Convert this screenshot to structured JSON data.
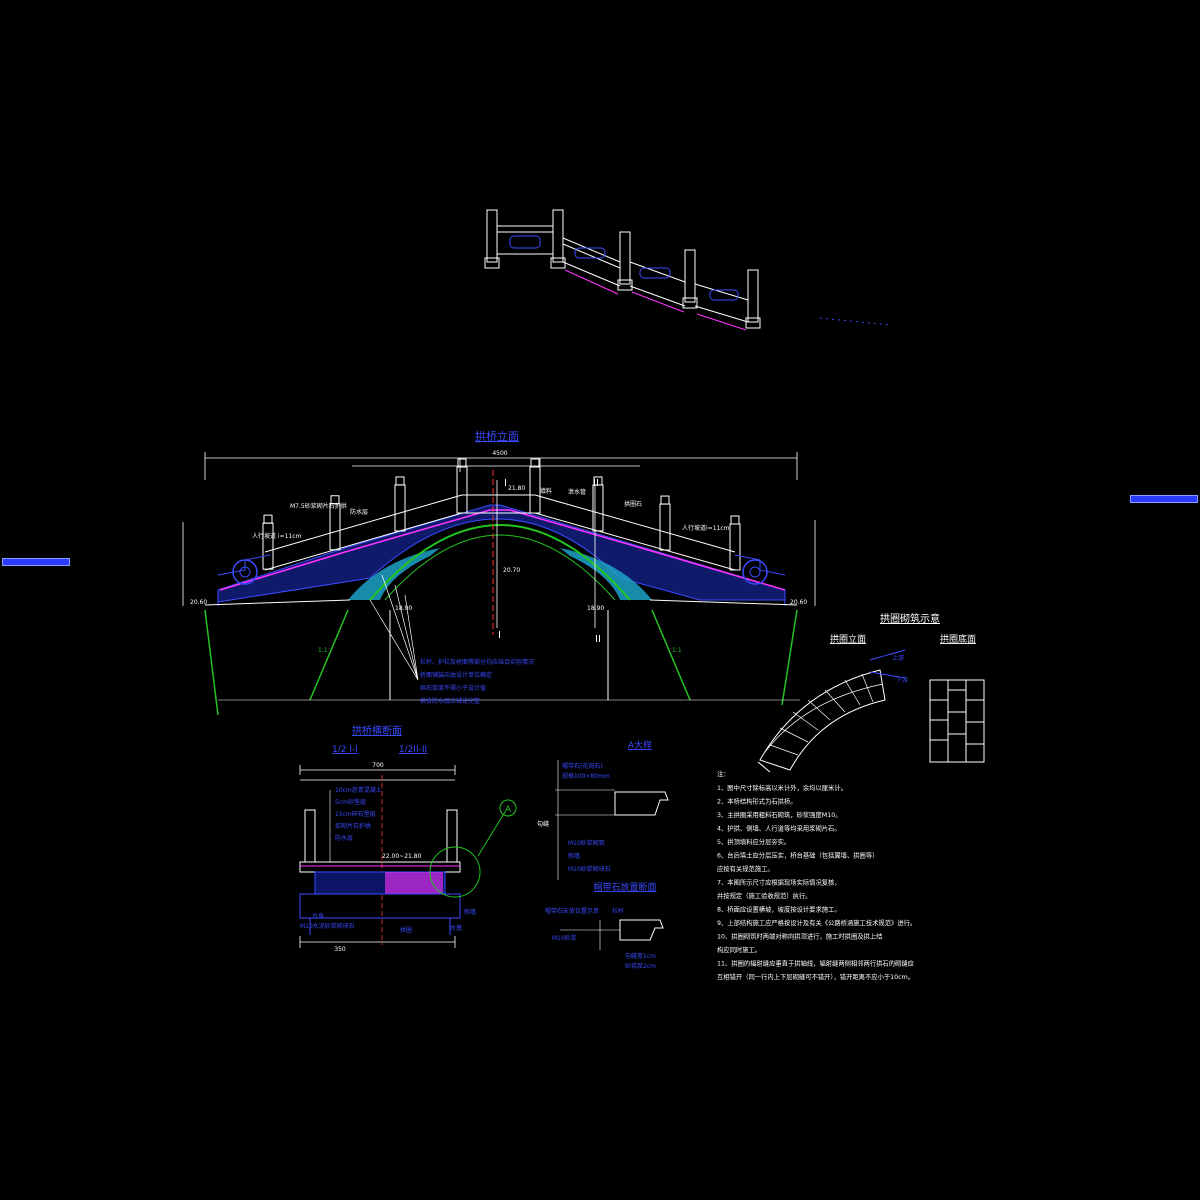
{
  "drawing": {
    "elevation_title": "拱桥立面",
    "section_title": "拱桥横断面",
    "section_half_1": "1/2 I-I",
    "section_half_2": "1/2II-II",
    "detail_a_title": "A大样",
    "detail_stone_title": "帽带石放置断面",
    "ring_title": "拱圈砌筑示意",
    "ring_elevation": "拱圈立面",
    "ring_bottom": "拱圈底面",
    "marker_a": "A",
    "cut_labels": [
      "I",
      "II",
      "I",
      "II"
    ]
  },
  "elevation_labels": {
    "total_width": "4500",
    "elev_left": "20.60",
    "elev_right": "20.60",
    "elev_crown": "21.80",
    "elev_arch_top": "20.70",
    "spring_left": "18.90",
    "spring_right": "18.90",
    "walkway_left": "人行坡道 i=11cm",
    "walkway_right": "人行坡道i=11cm",
    "tag_parapet": "M7.5砂浆砌片石护拱",
    "tag_waterproof": "防水层",
    "tag_drain": "泄水管",
    "tag_fill": "填料",
    "tag_ringstone": "拱圈石",
    "slope_left": "1:1",
    "slope_right": "1:1"
  },
  "elevation_notes": [
    "栏杆、护栏及桥面等部分均应结合实际情况",
    "桥面铺装应由设计单位确定",
    "拱石厚度不得小于设计值",
    "拱背防水层应铺设完整"
  ],
  "section_labels": {
    "width": "700",
    "width_half": "350",
    "layer_1": "10cm沥青混凝土",
    "layer_2": "5cm砂垫层",
    "layer_3": "15cm碎石垫层",
    "layer_4": "浆砌片石护拱",
    "layer_5": "防水层",
    "level": "22.00~21.80",
    "base_1": "台身",
    "base_2": "M10水泥砂浆砌块石",
    "base_3": "拱圈",
    "base_4": "侧墙",
    "base_5": "台基"
  },
  "detail_labels": {
    "d1": "帽带石(花岗石)",
    "d2": "规格100×80mm",
    "d3": "勾缝",
    "d4": "M10砂浆砌筑",
    "d5": "侧墙",
    "d6": "M10砂浆砌块石",
    "s1": "帽带石安放位置示意",
    "s2": "栏杆",
    "s3": "M10砂浆",
    "s4": "勾缝宽1cm",
    "s5": "砂浆厚2cm"
  },
  "ring_labels": {
    "l1": "上游",
    "l2": "下游"
  },
  "notes": {
    "header": "注：",
    "items": [
      "1、图中尺寸除标高以米计外，余均以厘米计。",
      "2、本桥结构形式为石拱桥。",
      "3、主拱圈采用粗料石砌筑，砂浆强度M10。",
      "4、护拱、侧墙、人行道等均采用浆砌片石。",
      "5、拱顶填料应分层夯实。",
      "6、台后填土应分层压实，桥台基础（包括翼墙、拱圈等）",
      "   应按有关规范施工。",
      "7、本图所示尺寸应根据现场实际情况复核，",
      "   并按规定（施工验收规范）执行。",
      "8、桥面应设置横坡，坡度按设计要求施工。",
      "9、上部结构施工应严格按设计及有关《公路桥涵施工技术规范》进行。",
      "10、拱圈砌筑时两端对称向拱顶进行，施工时拱圈及拱上结",
      "    构应同时施工。",
      "11、拱圈的辐射缝应垂直于拱轴线，辐射缝两侧相邻两行拱石的砌缝应",
      "    互相错开（同一行内上下层砌缝可不错开），错开距离不应小于10cm。"
    ]
  },
  "colors": {
    "structure": "#ffffff",
    "dim": "#ffffff",
    "magenta": "#ff33ff",
    "blue": "#3a4bff",
    "green": "#22c322",
    "cyan": "#2fd6ff",
    "yellow": "#e6e600",
    "red": "#ff3030"
  }
}
